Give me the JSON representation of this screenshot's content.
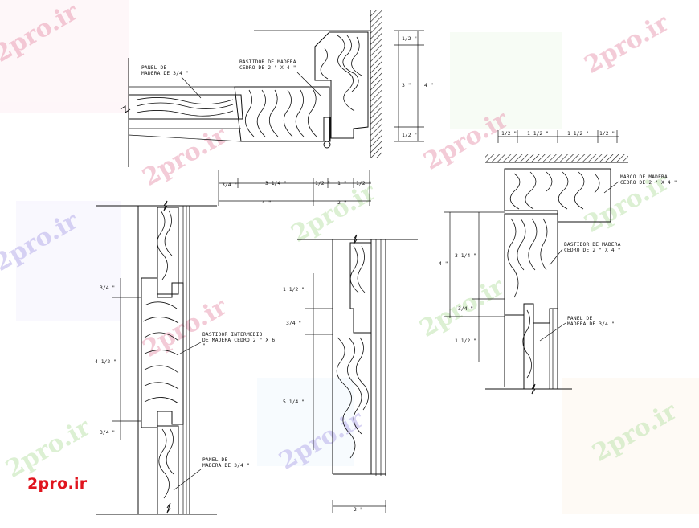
{
  "watermark": {
    "text": "2pro.ir",
    "color_a": "#e9a0b6",
    "color_b": "#bfe3b0",
    "color_c": "#b9b0ea"
  },
  "logo": {
    "text": "2pro.ir",
    "color": "#e0141e"
  },
  "top_detail": {
    "label_panel": [
      "PANEL DE",
      "MADERA DE 3/4 \""
    ],
    "label_frame": [
      "BASTIDOR DE MADERA",
      "CEDRO DE  2 \" X 4 \""
    ],
    "dims_right": [
      "1/2 \"",
      "3 \"",
      "1/2 \"",
      "4 \""
    ],
    "dims_bottom": [
      "3/4 \"",
      "3 1/4 \"",
      "1/2 \"",
      "1 \"",
      "1/2 \"",
      "4 \"",
      "2 \""
    ]
  },
  "left_detail": {
    "label_mid": [
      "BASTIDOR INTERMEDIO",
      "DE MADERA CEDRO  2 \" X 6",
      "\""
    ],
    "label_panel": [
      "PANEL DE",
      "MADERA DE 3/4 \""
    ],
    "dims": [
      "3/4 \"",
      "4 1/2 \"",
      "3/4 \""
    ]
  },
  "center_detail": {
    "dims": [
      "1 1/2 \"",
      "3/4 \"",
      "5 1/4 \"",
      "2 \""
    ]
  },
  "right_detail": {
    "dims_top": [
      "1/2 \"",
      "1 1/2 \"",
      "1 1/2 \"",
      "1/2 \""
    ],
    "label_marco": [
      "MARCO DE MADERA",
      "CEDRO DE 2 \" X 4 \""
    ],
    "label_bastidor": [
      "BASTIDOR DE MADERA",
      "CEDRO DE 2 \" X 4 \""
    ],
    "label_panel": [
      "PANEL DE",
      "MADERA DE 3/4 \""
    ],
    "dims_left": [
      "4 \"",
      "3 1/4 \"",
      "3/4 \"",
      "1 1/2 \""
    ]
  }
}
